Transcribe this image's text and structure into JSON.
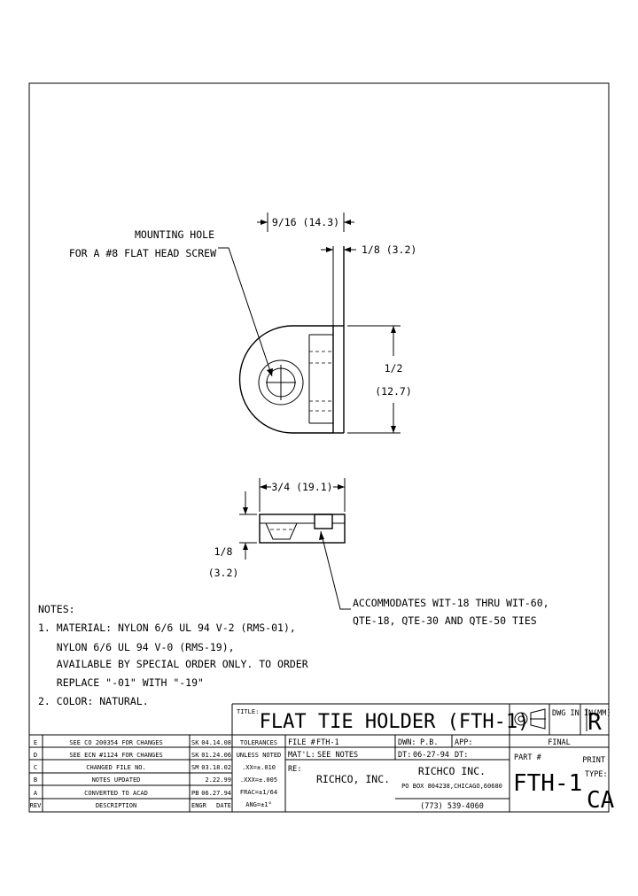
{
  "notes": {
    "header": "NOTES:",
    "lines": [
      "1. MATERIAL: NYLON 6/6 UL 94 V-2 (RMS-01),",
      "   NYLON 6/6 UL 94 V-0 (RMS-19),",
      "   AVAILABLE BY SPECIAL ORDER ONLY. TO ORDER",
      "   REPLACE \"-01\" WITH \"-19\"",
      "2. COLOR: NATURAL."
    ]
  },
  "callouts": {
    "mounting_hole_1": "MOUNTING HOLE",
    "mounting_hole_2": "FOR A #8 FLAT HEAD SCREW",
    "accommodates_1": "ACCOMMODATES WIT-18 THRU WIT-60,",
    "accommodates_2": "QTE-18, QTE-30 AND QTE-50 TIES"
  },
  "dimensions": {
    "width_top": "9/16 (14.3)",
    "thickness_top": "1/8 (3.2)",
    "height_1": "1/2",
    "height_2": "(12.7)",
    "length": "3/4 (19.1)",
    "thickness_side_1": "1/8",
    "thickness_side_2": "(3.2)"
  },
  "title_block": {
    "title_label": "TITLE:",
    "title": "FLAT TIE HOLDER (FTH-1)",
    "dwg_units": "DWG IN IN(MM)",
    "logo_letter": "R",
    "status": "FINAL",
    "tolerances": [
      "TOLERANCES",
      "UNLESS NOTED",
      ".XX=±.010",
      ".XXX=±.005",
      "FRAC=±1/64",
      "ANG=±1°"
    ],
    "file_label": "FILE #",
    "file_value": "FTH-1",
    "dwn_label": "DWN:",
    "dwn_value": "P.B.",
    "app_label": "APP:",
    "matl_label": "MAT'L:",
    "matl_value": "SEE NOTES",
    "dt_label": "DT:",
    "dt_value": "06-27-94",
    "dt2_label": "DT:",
    "re_label": "RE:",
    "company": "RICHCO, INC.",
    "company2": "RICHCO INC.",
    "address": "PO BOX 804238,CHICAGO,60680",
    "phone": "(773) 539-4060",
    "part_label": "PART #",
    "part_value": "FTH-1",
    "print_label": "PRINT",
    "type_label": "TYPE:",
    "type_value": "CA"
  },
  "revisions": [
    {
      "rev": "E",
      "desc": "SEE CO 200354 FOR CHANGES",
      "engr": "SK",
      "date": "04.14.08"
    },
    {
      "rev": "D",
      "desc": "SEE ECN #1124 FOR CHANGES",
      "engr": "SK",
      "date": "01.24.06"
    },
    {
      "rev": "C",
      "desc": "CHANGED FILE NO.",
      "engr": "SM",
      "date": "03.18.02"
    },
    {
      "rev": "B",
      "desc": "NOTES UPDATED",
      "engr": "",
      "date": "2.22.99"
    },
    {
      "rev": "A",
      "desc": "CONVERTED TO ACAD",
      "engr": "PB",
      "date": "06.27.94"
    },
    {
      "rev": "REV",
      "desc": "DESCRIPTION",
      "engr": "ENGR",
      "date": "DATE"
    }
  ]
}
